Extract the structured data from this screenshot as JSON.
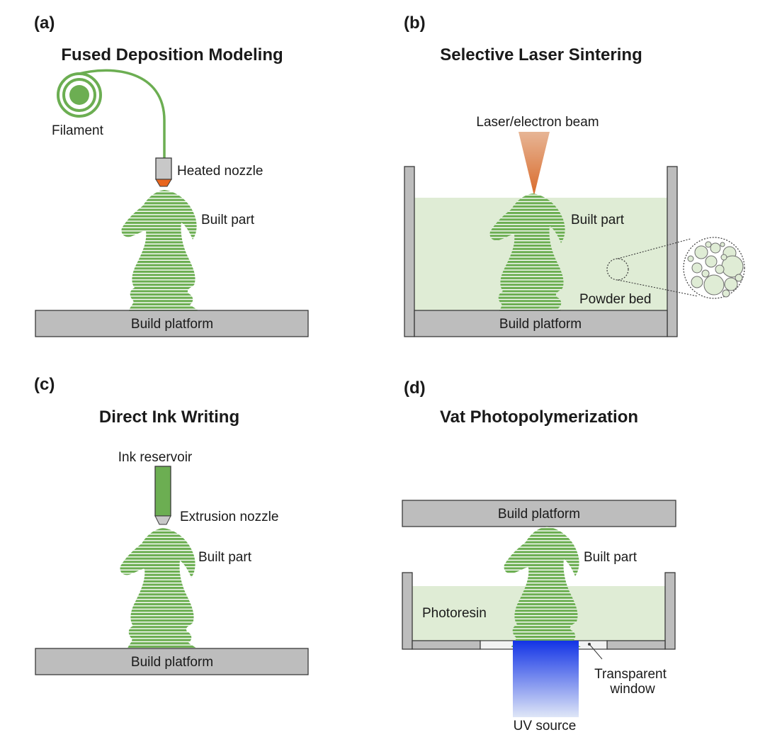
{
  "panels": {
    "a": {
      "letter": "(a)",
      "title": "Fused Deposition Modeling",
      "labels": {
        "filament": "Filament",
        "heated_nozzle": "Heated nozzle",
        "built_part": "Built part",
        "build_platform": "Build platform"
      }
    },
    "b": {
      "letter": "(b)",
      "title": "Selective Laser Sintering",
      "labels": {
        "laser": "Laser/electron beam",
        "built_part": "Built part",
        "powder_bed": "Powder bed",
        "build_platform": "Build platform"
      }
    },
    "c": {
      "letter": "(c)",
      "title": "Direct Ink Writing",
      "labels": {
        "ink_reservoir": "Ink reservoir",
        "extrusion_nozzle": "Extrusion nozzle",
        "built_part": "Built part",
        "build_platform": "Build platform"
      }
    },
    "d": {
      "letter": "(d)",
      "title": "Vat Photopolymerization",
      "labels": {
        "build_platform": "Build platform",
        "built_part": "Built part",
        "photoresin": "Photoresin",
        "transparent_window_line1": "Transparent",
        "transparent_window_line2": "window",
        "uv_source": "UV source"
      }
    }
  },
  "colors": {
    "part_green": "#6cae52",
    "filament_green": "#6cae52",
    "platform_gray": "#bdbdbd",
    "powder_bed": "#dfecd5",
    "nozzle_tip_orange": "#e8651e",
    "laser_orange": "#d9824a",
    "uv_blue": "#1f3fe0"
  }
}
